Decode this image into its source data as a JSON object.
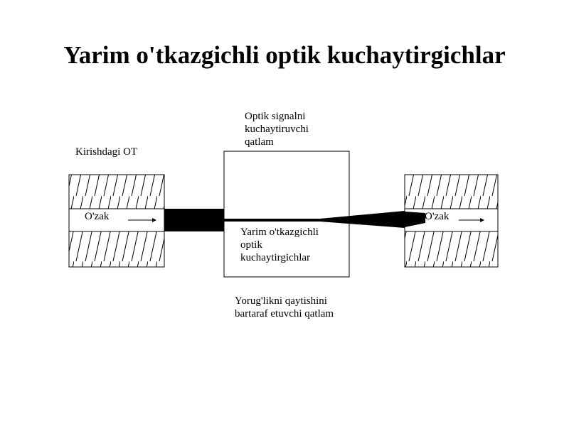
{
  "title": "Yarim o'tkazgichli optik kuchaytirgichlar",
  "labels": {
    "input_fiber": "Kirishdagi OT",
    "amplifying_layer": "Optik signalni\nkuchaytiruvchi\nqatlam",
    "core_left": "O'zak",
    "core_right": "O'zak",
    "amplifier_body": "Yarim o'tkazgichli\noptik\nkuchaytirgichlar",
    "anti_reflection": "Yorug'likni qaytishini\nbartaraf etuvchi qatlam"
  }
}
